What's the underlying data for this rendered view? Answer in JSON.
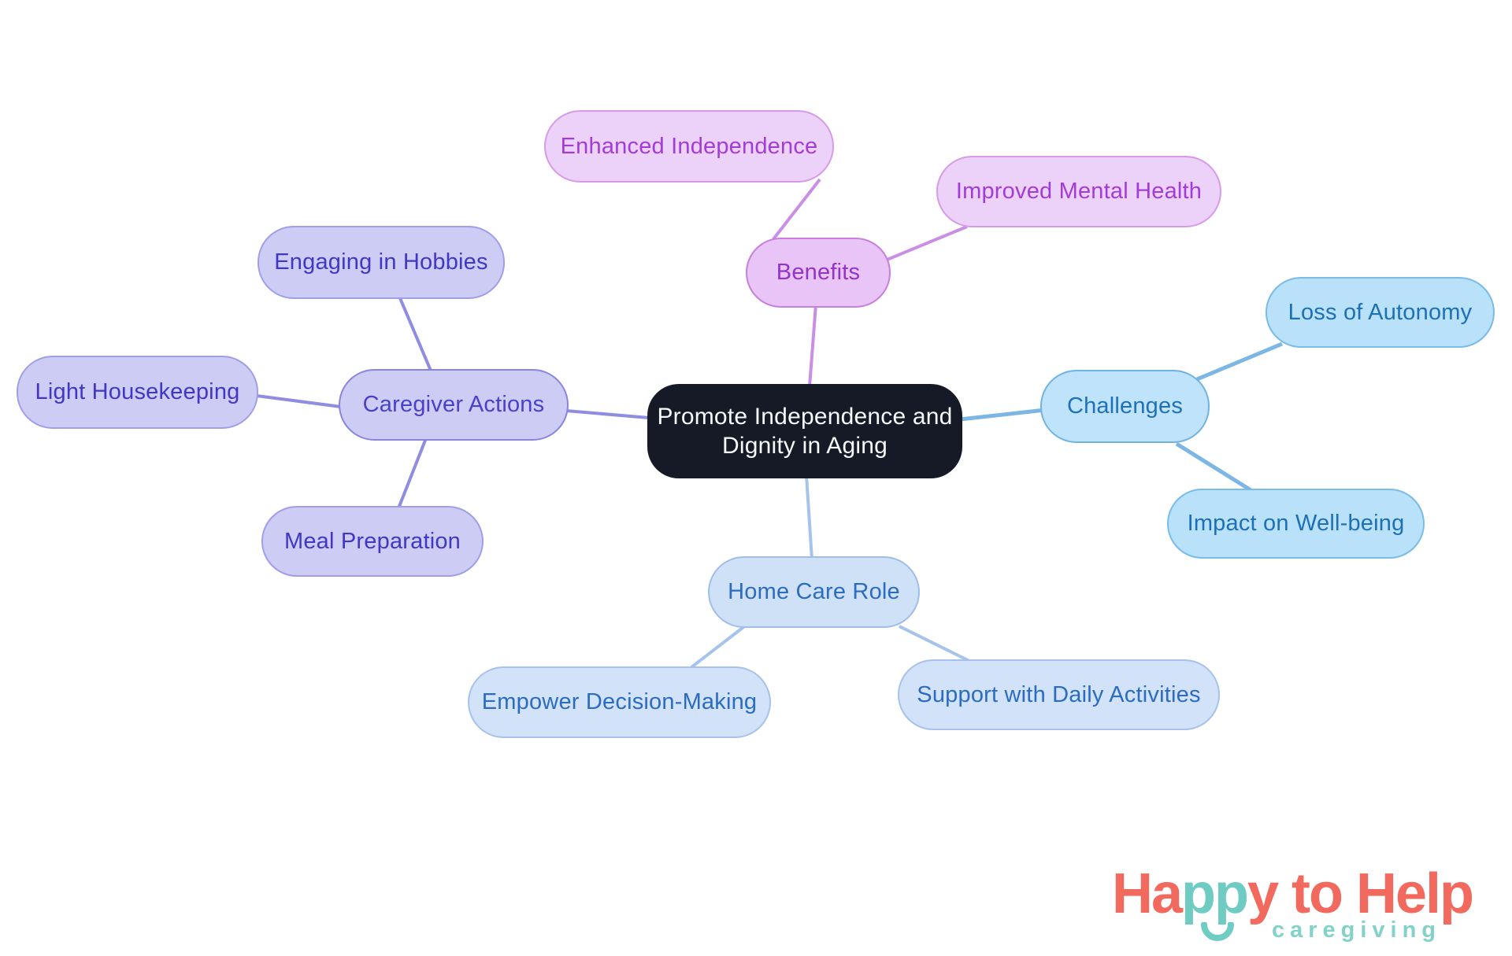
{
  "canvas": {
    "background": "#ffffff"
  },
  "mindmap": {
    "center": {
      "label": "Promote Independence and\nDignity in Aging",
      "fill": "#161a26",
      "text_color": "#f7f8fa"
    },
    "branches": [
      {
        "label": "Benefits",
        "fill": "#e8c5f6",
        "border": "#c77fdd",
        "text_color": "#9233cb",
        "line_color": "#ca8ee4",
        "children": [
          {
            "label": "Enhanced Independence",
            "fill": "#ecd1f8",
            "border": "#d79ae8",
            "text_color": "#a23cd9"
          },
          {
            "label": "Improved Mental Health",
            "fill": "#ecd1f8",
            "border": "#d79ae8",
            "text_color": "#a23cd9"
          }
        ]
      },
      {
        "label": "Challenges",
        "fill": "#bfe3fa",
        "border": "#6fb3e3",
        "text_color": "#1e71b8",
        "line_color": "#7cb6e4",
        "children": [
          {
            "label": "Loss of Autonomy",
            "fill": "#b9e1fa",
            "border": "#79bbe9",
            "text_color": "#1d70b6"
          },
          {
            "label": "Impact on Well-being",
            "fill": "#b9e1fa",
            "border": "#79bbe9",
            "text_color": "#1d70b6"
          }
        ]
      },
      {
        "label": "Home Care Role",
        "fill": "#cfe1f7",
        "border": "#9ebdea",
        "text_color": "#2b6cc1",
        "line_color": "#a6c3ec",
        "children": [
          {
            "label": "Empower Decision-Making",
            "fill": "#d2e3f9",
            "border": "#a6c2ec",
            "text_color": "#2b6cc1"
          },
          {
            "label": "Support with Daily Activities",
            "fill": "#d2e3f9",
            "border": "#a6c2ec",
            "text_color": "#2b6cc1"
          }
        ]
      },
      {
        "label": "Caregiver Actions",
        "fill": "#cdccf4",
        "border": "#8985de",
        "text_color": "#4a41ca",
        "line_color": "#8f8ce2",
        "children": [
          {
            "label": "Engaging in Hobbies",
            "fill": "#cdccf5",
            "border": "#a19ee9",
            "text_color": "#4038c5"
          },
          {
            "label": "Light Housekeeping",
            "fill": "#cdccf5",
            "border": "#a19ee9",
            "text_color": "#4038c5"
          },
          {
            "label": "Meal Preparation",
            "fill": "#cdccf5",
            "border": "#a19ee9",
            "text_color": "#4038c5"
          }
        ]
      }
    ]
  },
  "logo": {
    "part1": "Ha",
    "part2": "pp",
    "part3": "y to Help",
    "tagline": "caregiving",
    "coral": "#f2695e",
    "teal": "#6fccc3",
    "tagline_color": "#82d2c9"
  }
}
